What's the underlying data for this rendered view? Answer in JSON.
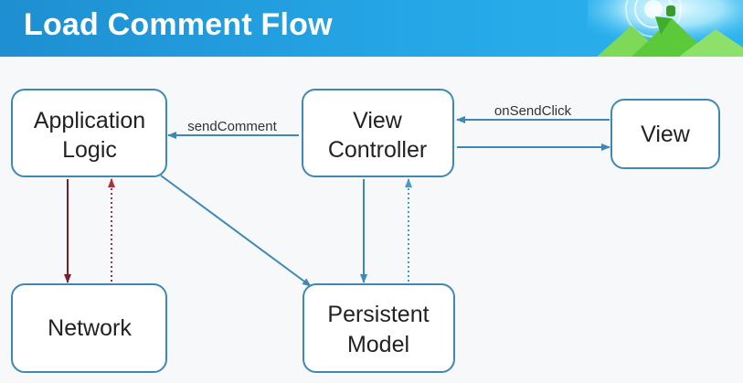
{
  "title": "Load Comment Flow",
  "colors": {
    "header": "#25a6e6",
    "box_border": "#3f88b4",
    "arrow_blue": "#3f88b4",
    "arrow_dark_red": "#7a1f2b",
    "arrow_red_dotted": "#a8333f",
    "arrow_blue_dotted": "#4a9ac4"
  },
  "logo_icon": "android-mountain-logo",
  "nodes": {
    "app_logic": [
      "Application",
      "Logic"
    ],
    "view_controller": [
      "View",
      "Controller"
    ],
    "view": [
      "View"
    ],
    "network": [
      "Network"
    ],
    "persistent_model": [
      "Persistent",
      "Model"
    ]
  },
  "edges": {
    "send_comment": "sendComment",
    "on_send_click": "onSendClick"
  }
}
